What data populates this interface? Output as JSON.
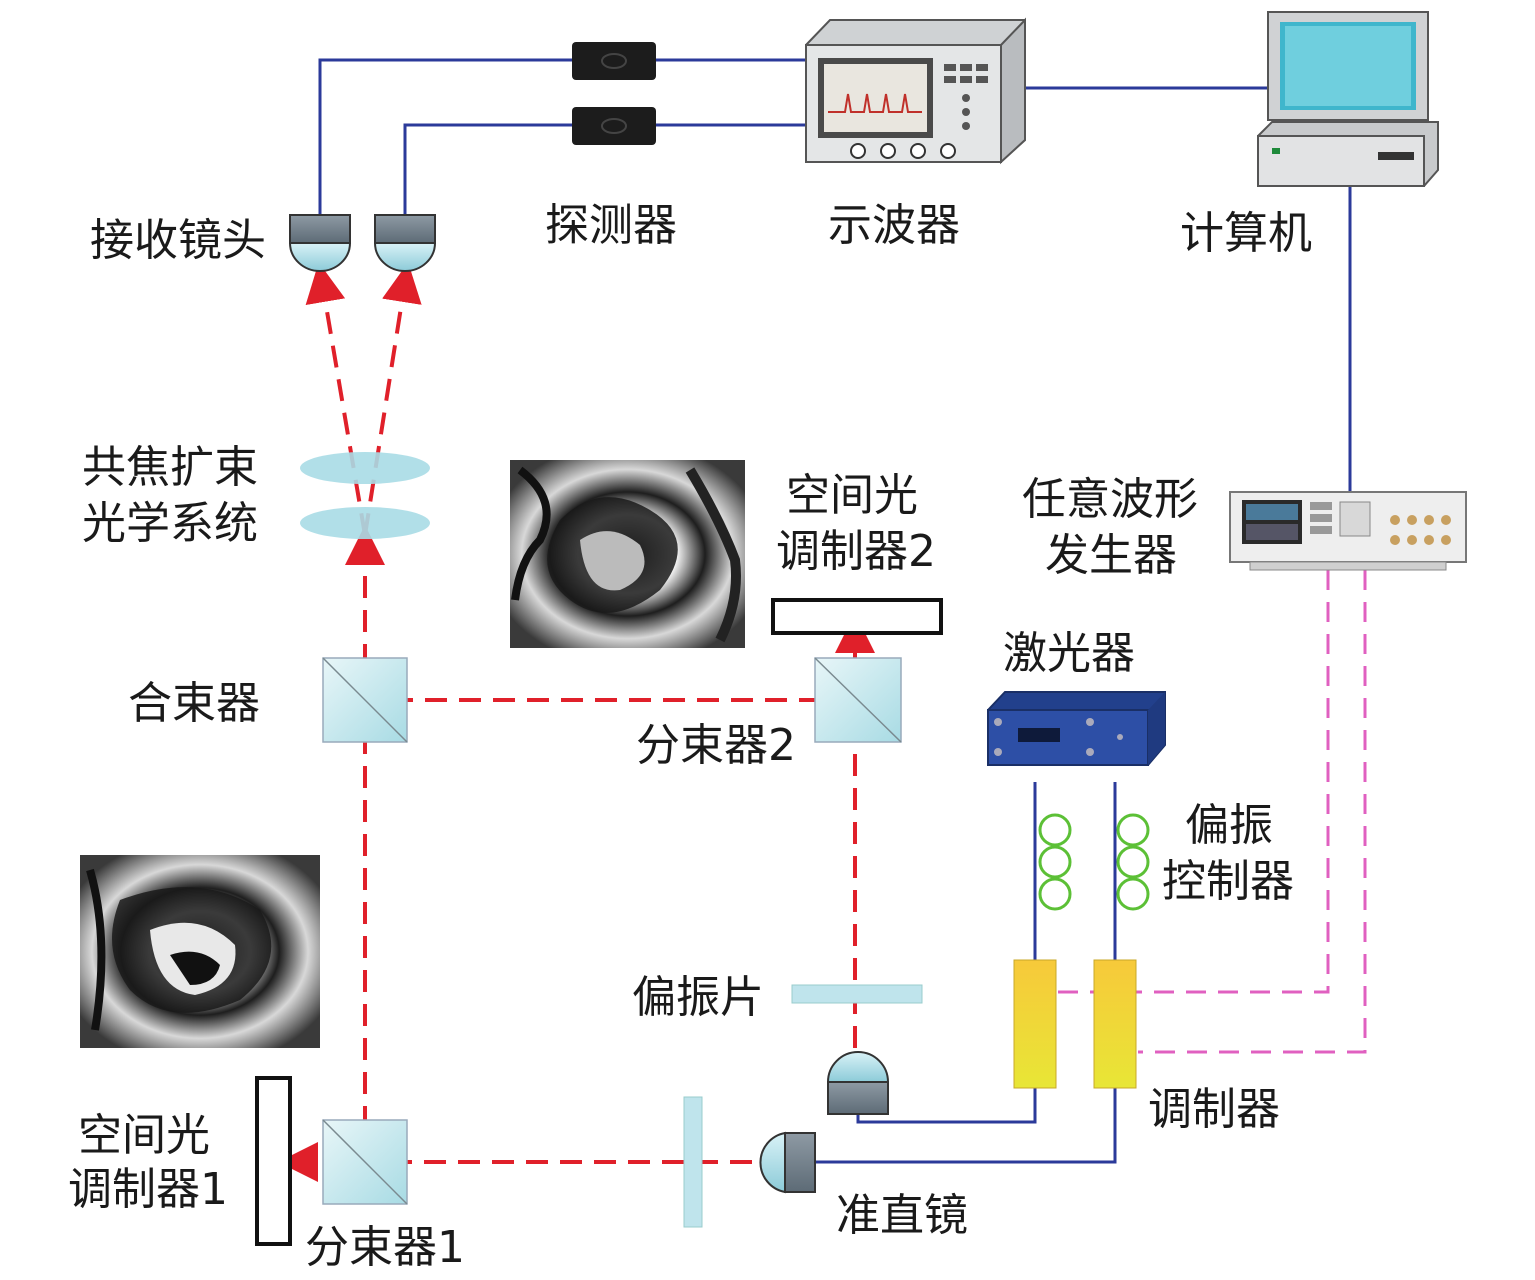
{
  "labels": {
    "receiver_lens": "接收镜头",
    "detector": "探测器",
    "oscilloscope": "示波器",
    "computer": "计算机",
    "confocal_line1": "共焦扩束",
    "confocal_line2": "光学系统",
    "slm2_line1": "空间光",
    "slm2_line2": "调制器2",
    "awg_line1": "任意波形",
    "awg_line2": "发生器",
    "combiner": "合束器",
    "splitter2": "分束器2",
    "laser": "激光器",
    "polctrl_line1": "偏振",
    "polctrl_line2": "控制器",
    "polarizer": "偏振片",
    "modulator": "调制器",
    "slm1_line1": "空间光",
    "slm1_line2": "调制器1",
    "splitter1": "分束器1",
    "collimator": "准直镜"
  },
  "colors": {
    "beam": "#e0202a",
    "wire": "#2b3a9a",
    "control": "#e060c0",
    "modulator": "#f2d832",
    "fiber_loop": "#4cb82e",
    "glass": "#bfe6ee",
    "laser_box": "#2d4fa6"
  }
}
